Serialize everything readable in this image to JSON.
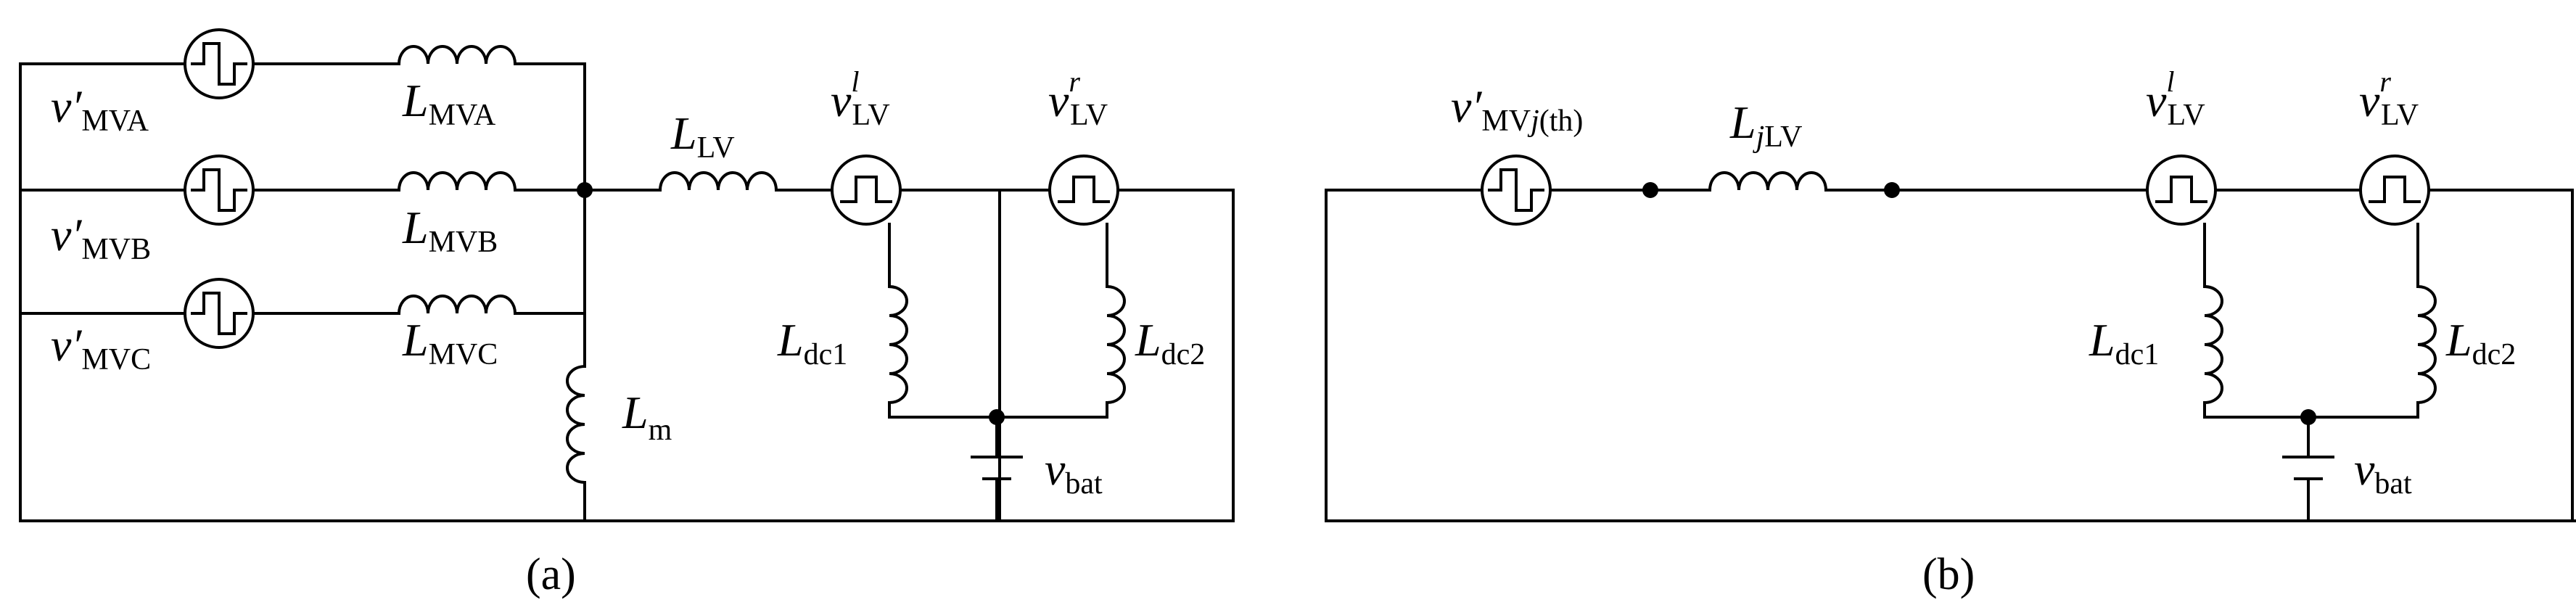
{
  "panel_a": {
    "caption": "(a)",
    "sources": {
      "mva": {
        "sym": "v",
        "prime": "′",
        "sub": "MVA"
      },
      "mvb": {
        "sym": "v",
        "prime": "′",
        "sub": "MVB"
      },
      "mvc": {
        "sym": "v",
        "prime": "′",
        "sub": "MVC"
      }
    },
    "inductors": {
      "l_mva": {
        "sym": "L",
        "sub": "MVA"
      },
      "l_mvb": {
        "sym": "L",
        "sub": "MVB"
      },
      "l_mvc": {
        "sym": "L",
        "sub": "MVC"
      },
      "l_m": {
        "sym": "L",
        "sub": "m"
      },
      "l_lv": {
        "sym": "L",
        "sub": "LV"
      },
      "l_dc1": {
        "sym": "L",
        "sub": "dc1"
      },
      "l_dc2": {
        "sym": "L",
        "sub": "dc2"
      }
    },
    "bridges": {
      "left": {
        "sym": "v",
        "sup": "l",
        "sub": "LV"
      },
      "right": {
        "sym": "v",
        "sup": "r",
        "sub": "LV"
      }
    },
    "battery": {
      "sym": "v",
      "sub": "bat"
    }
  },
  "panel_b": {
    "caption": "(b)",
    "source": {
      "sym": "v",
      "prime": "′",
      "sub_a": "MV",
      "sub_j": "j",
      "sub_b": "(th)"
    },
    "inductors": {
      "l_jlv": {
        "sym": "L",
        "sub_j": "j",
        "sub": "LV"
      },
      "l_dc1": {
        "sym": "L",
        "sub": "dc1"
      },
      "l_dc2": {
        "sym": "L",
        "sub": "dc2"
      }
    },
    "bridges": {
      "left": {
        "sym": "v",
        "sup": "l",
        "sub": "LV"
      },
      "right": {
        "sym": "v",
        "sup": "r",
        "sub": "LV"
      }
    },
    "battery": {
      "sym": "v",
      "sub": "bat"
    }
  }
}
